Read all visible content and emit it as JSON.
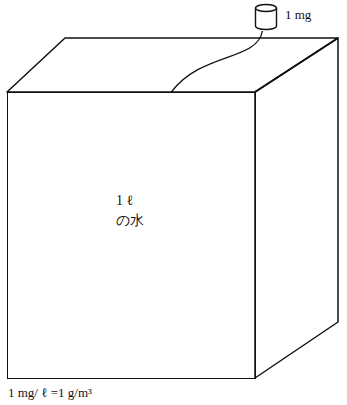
{
  "diagram": {
    "caption": "1 mg/ ℓ =1 g/m³",
    "nodes": [
      {
        "text": [
          "1 mg"
        ]
      },
      {
        "text": [
          "1 ℓ の水"
        ]
      }
    ],
    "edges": [
      {
        "from": 0,
        "to": 1,
        "arrow": "none"
      }
    ]
  }
}
